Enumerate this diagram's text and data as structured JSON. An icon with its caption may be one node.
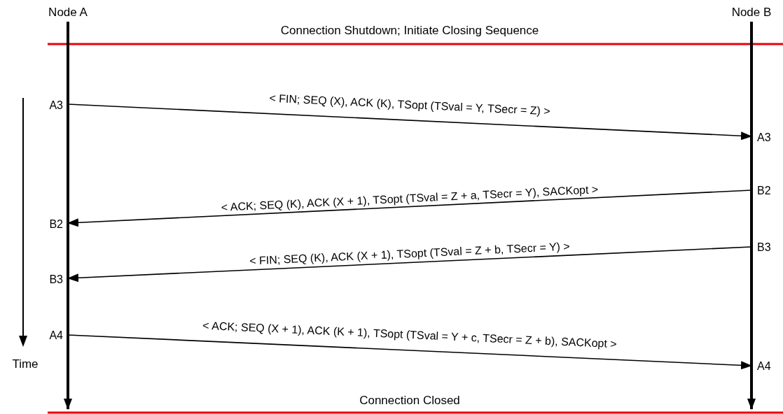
{
  "diagram": {
    "nodes": [
      {
        "text": [
          "Node A"
        ]
      },
      {
        "text": [
          "Node B"
        ]
      },
      {
        "text": [
          "A3"
        ]
      },
      {
        "text": [
          "A3"
        ]
      },
      {
        "text": [
          "B2"
        ]
      },
      {
        "text": [
          "B2"
        ]
      },
      {
        "text": [
          "B3"
        ]
      },
      {
        "text": [
          "B3"
        ]
      },
      {
        "text": [
          "A4"
        ]
      },
      {
        "text": [
          "A4"
        ]
      }
    ],
    "edges": [
      {
        "from": 0,
        "to": null,
        "arrow": "to",
        "style": "thick"
      },
      {
        "from": 1,
        "to": null,
        "arrow": "to",
        "style": "thick"
      },
      {
        "from": 2,
        "to": 3,
        "arrow": "to",
        "label": "< FIN; SEQ (X), ACK (K), TSopt (TSval = Y, TSecr = Z) >"
      },
      {
        "from": 4,
        "to": 5,
        "arrow": "to",
        "label": "< ACK; SEQ (K), ACK (X + 1), TSopt (TSval = Z + a, TSecr = Y), SACKopt >"
      },
      {
        "from": 6,
        "to": 7,
        "arrow": "to",
        "label": "< FIN; SEQ (K), ACK (X + 1), TSopt (TSval = Z + b, TSecr = Y) >"
      },
      {
        "from": 8,
        "to": 9,
        "arrow": "to",
        "label": "< ACK; SEQ (X + 1), ACK (K + 1), TSopt (TSval = Y + c, TSecr = Z + b), SACKopt >"
      }
    ],
    "labels": [
      "Connection Shutdown; Initiate Closing Sequence",
      "Time",
      "Connection Closed"
    ]
  }
}
